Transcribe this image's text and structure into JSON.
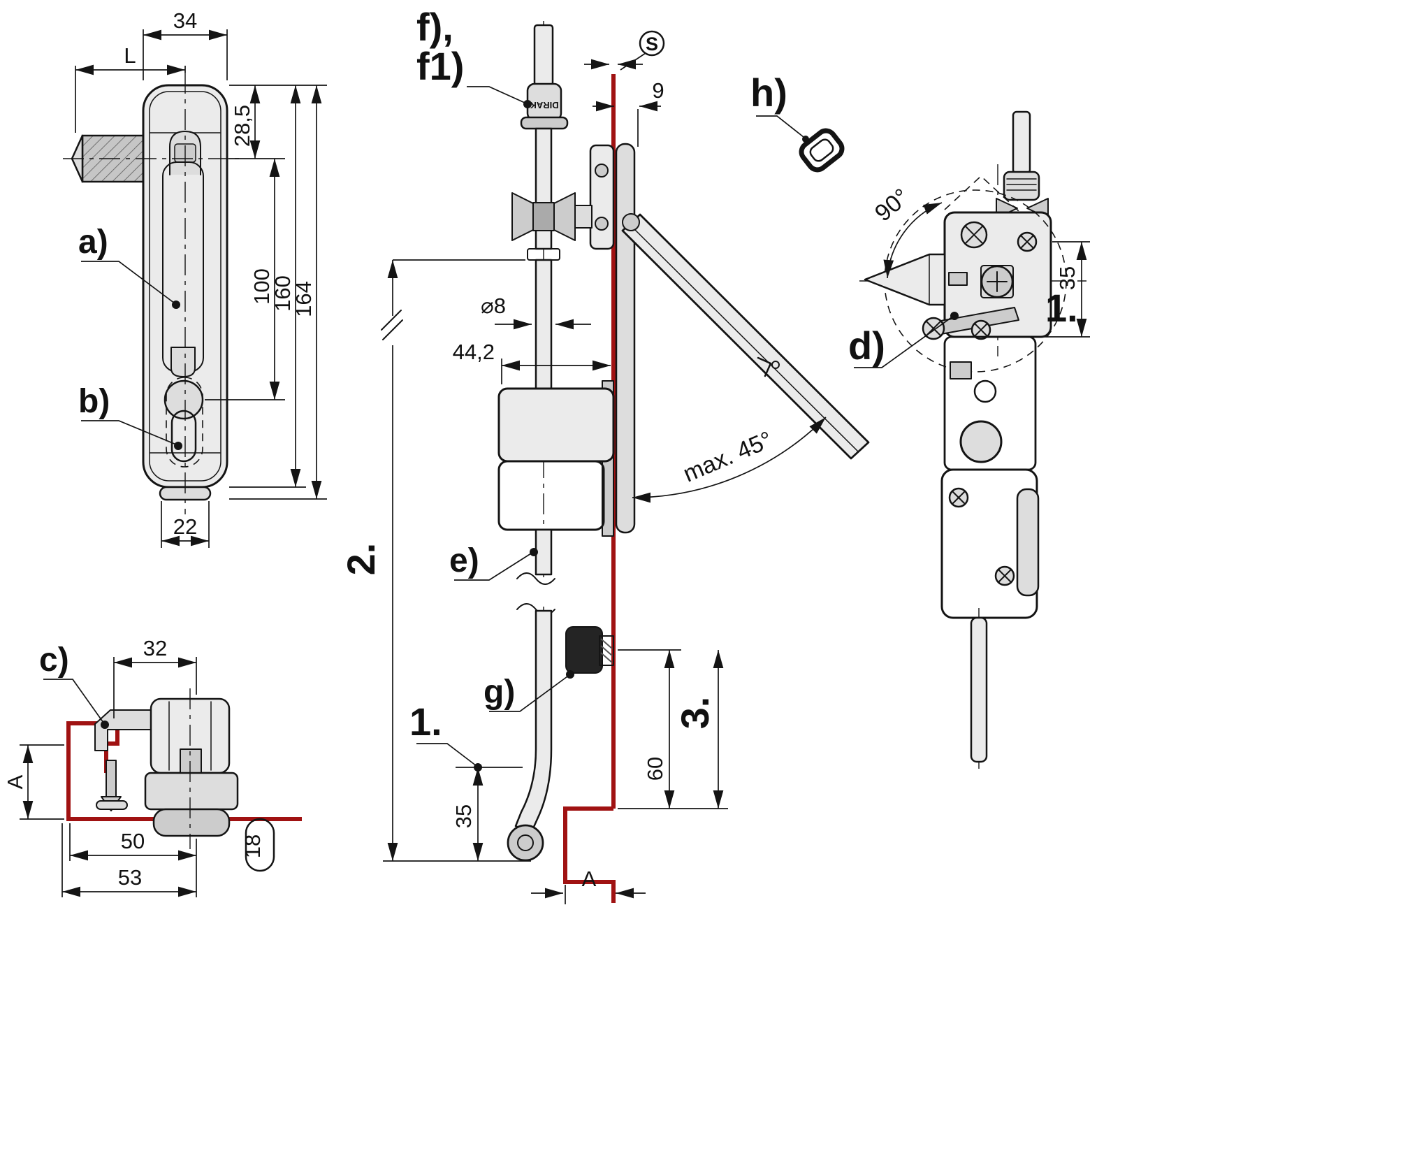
{
  "colors": {
    "panel_red": "#a01212",
    "line": "#141414",
    "fill_light": "#ebebeb"
  },
  "drawing": {
    "front": {
      "dim_width": "34",
      "dim_L": "L",
      "dim_28_5": "28,5",
      "dim_100": "100",
      "dim_160": "160",
      "dim_164": "164",
      "dim_22": "22",
      "label_a": "a)",
      "label_b": "b)"
    },
    "clip_section": {
      "label_c": "c)",
      "dim_32": "32",
      "dim_A": "A",
      "dim_50": "50",
      "dim_53": "53",
      "dim_18": "18"
    },
    "side": {
      "label_f": "f),",
      "label_f1": "f1)",
      "label_e": "e)",
      "label_g": "g)",
      "step_1": "1.",
      "step_2": "2.",
      "step_3": "3.",
      "dim_S": "S",
      "dim_9": "9",
      "dim_dia8": "⌀8",
      "dim_44_2": "44,2",
      "dim_60": "60",
      "dim_35": "35",
      "dim_max45": "max. 45°",
      "dim_A": "A",
      "brand": "DIRAK"
    },
    "rear": {
      "label_h": "h)",
      "label_d": "d)",
      "step_1": "1.",
      "dim_90": "90°",
      "dim_35": "35"
    }
  }
}
